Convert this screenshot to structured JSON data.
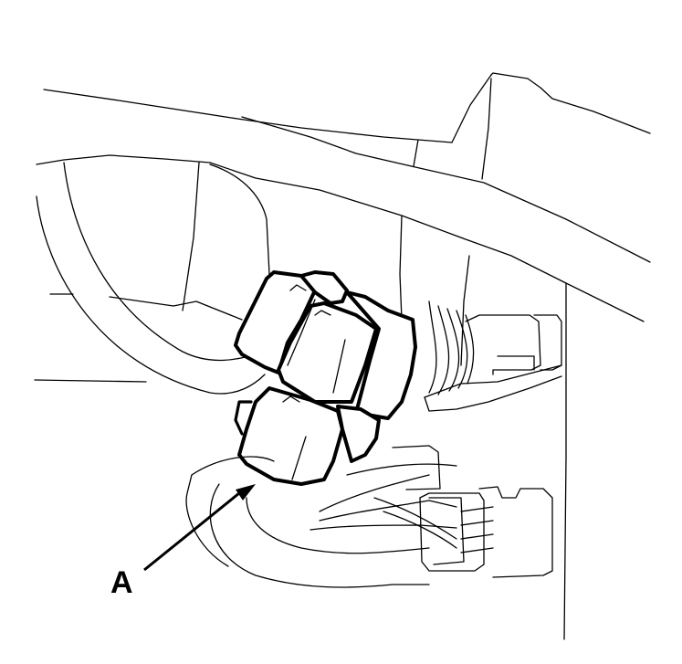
{
  "diagram": {
    "type": "automotive service illustration",
    "subject": "relay block mounted with wiring harness and connectors",
    "colors": {
      "line": "#000000",
      "background": "#ffffff"
    },
    "callouts": [
      {
        "id": "A",
        "label": "A",
        "points_to": "relay"
      }
    ]
  }
}
